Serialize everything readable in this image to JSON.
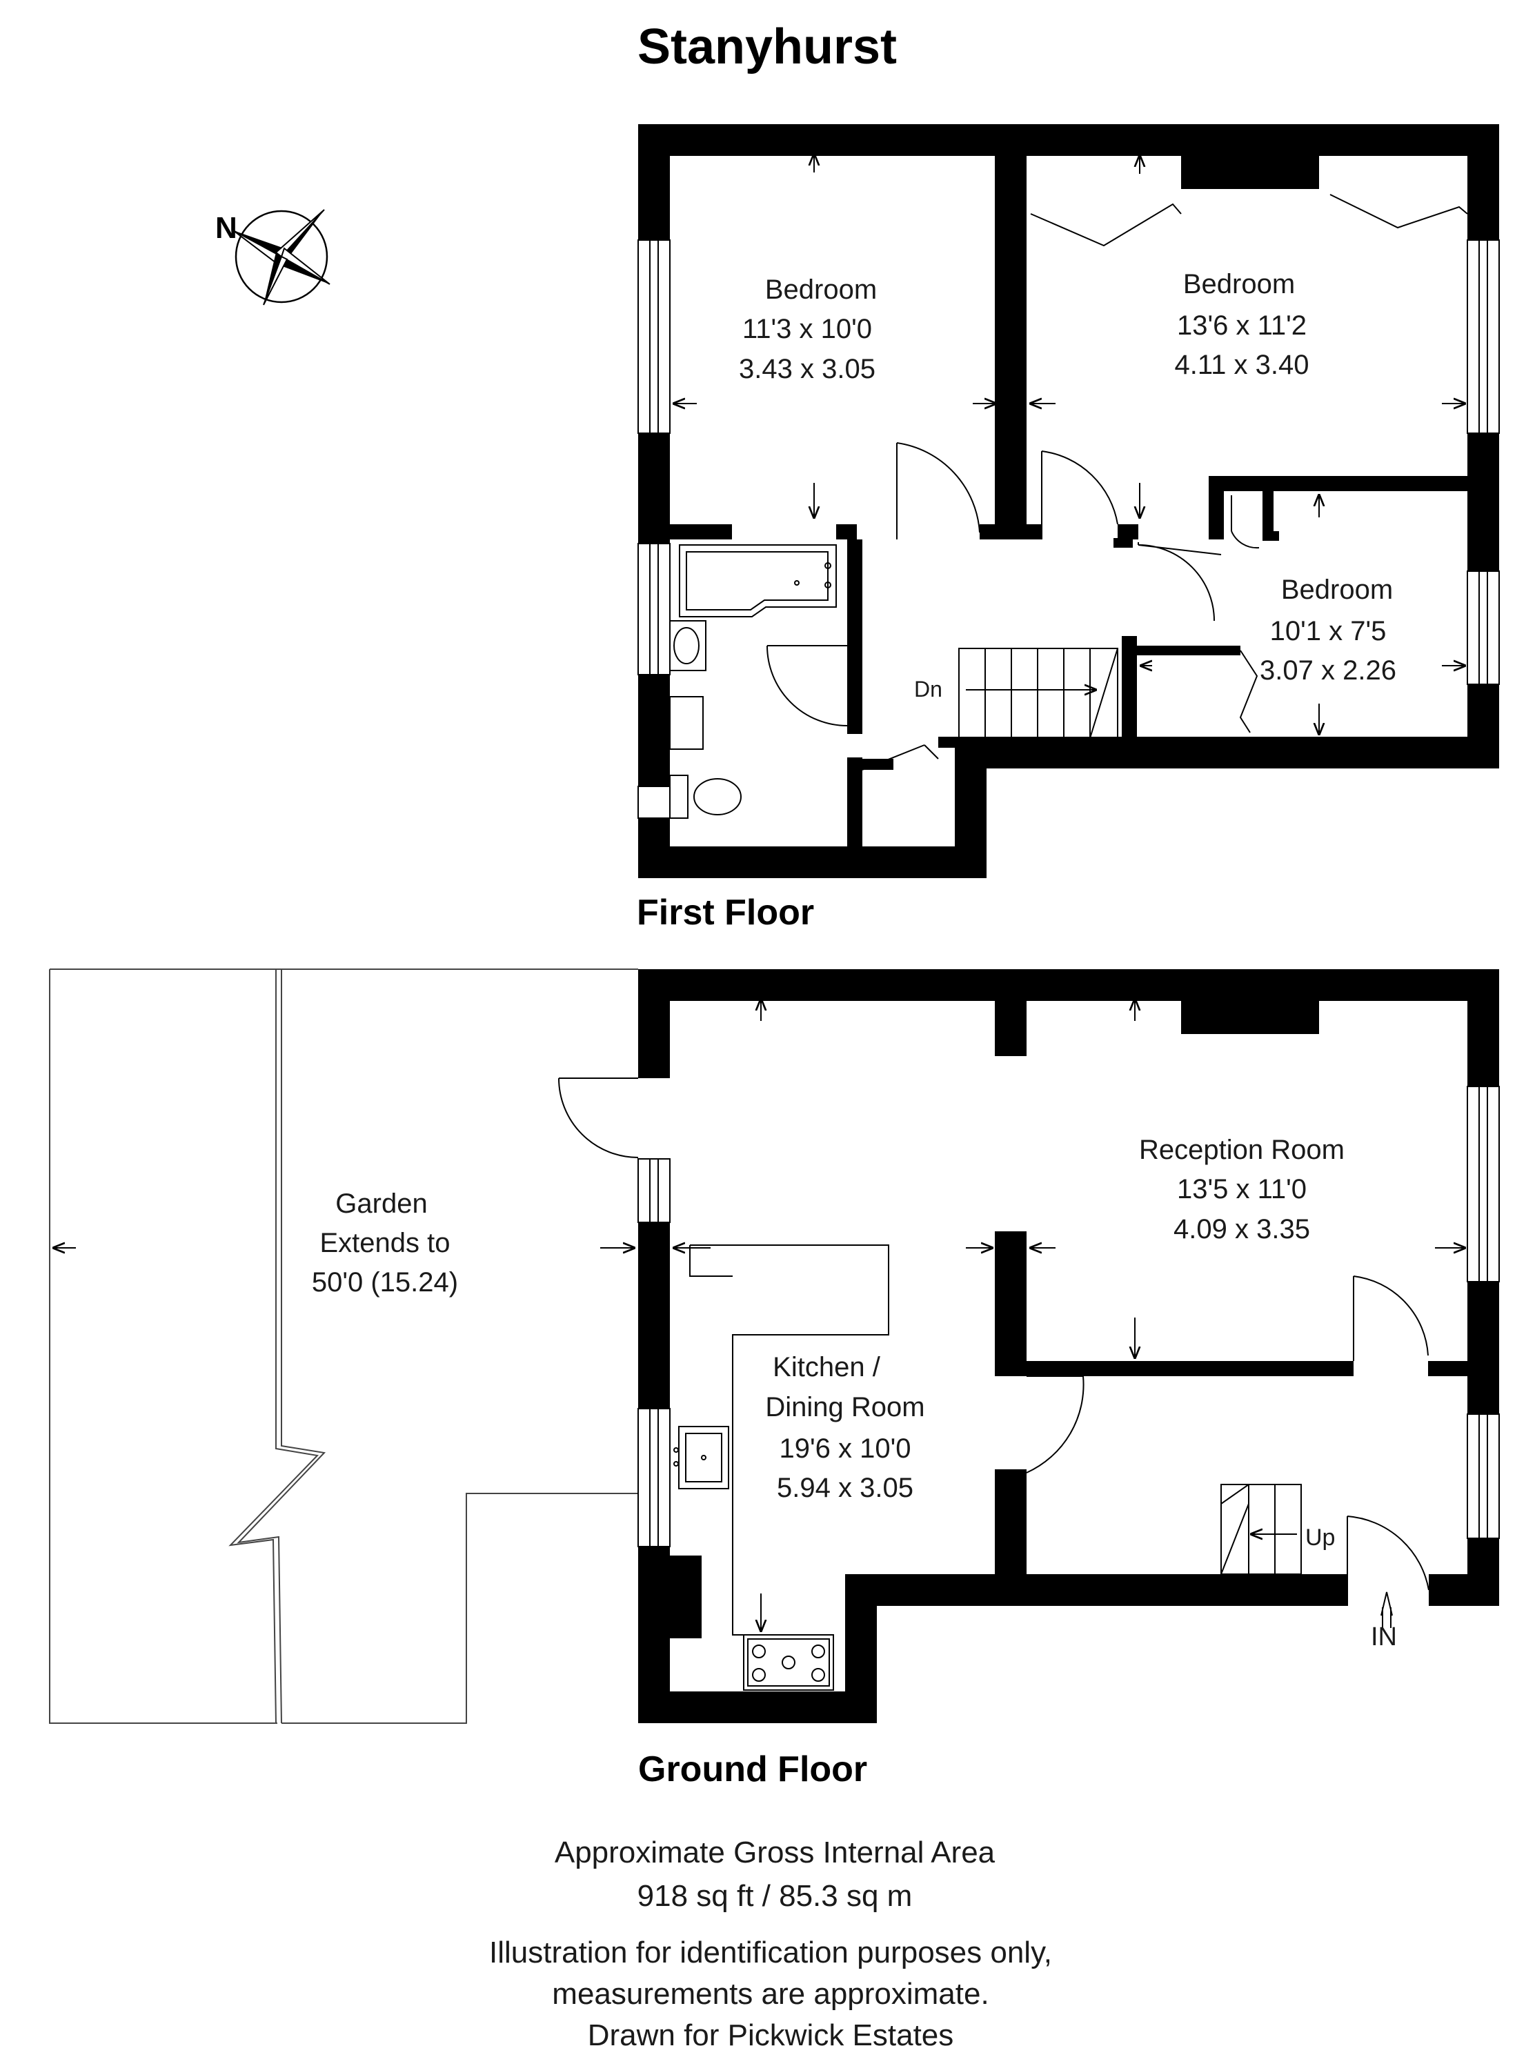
{
  "title": "Stanyhurst",
  "compass": {
    "north_label": "N"
  },
  "first_floor": {
    "label": "First Floor",
    "rooms": [
      {
        "name": "Bedroom",
        "imperial": "11'3 x 10'0",
        "metric": "3.43 x 3.05"
      },
      {
        "name": "Bedroom",
        "imperial": "13'6 x 11'2",
        "metric": "4.11 x 3.40"
      },
      {
        "name": "Bedroom",
        "imperial": "10'1 x 7'5",
        "metric": "3.07 x 2.26"
      }
    ],
    "stairs_label": "Dn"
  },
  "ground_floor": {
    "label": "Ground Floor",
    "rooms": [
      {
        "name": "Reception Room",
        "imperial": "13'5 x 11'0",
        "metric": "4.09 x 3.35"
      },
      {
        "name_line1": "Kitchen /",
        "name_line2": "Dining Room",
        "imperial": "19'6 x 10'0",
        "metric": "5.94 x 3.05"
      }
    ],
    "garden": {
      "line1": "Garden",
      "line2": "Extends to",
      "line3": "50'0 (15.24)"
    },
    "stairs_label": "Up",
    "entrance_label": "IN"
  },
  "footer": {
    "area_title": "Approximate Gross Internal Area",
    "area_value": "918 sq ft / 85.3 sq m",
    "disclaimer_1": "Illustration for identification purposes only,",
    "disclaimer_2": "measurements are approximate.",
    "drawn_for": "Drawn for Pickwick Estates"
  }
}
